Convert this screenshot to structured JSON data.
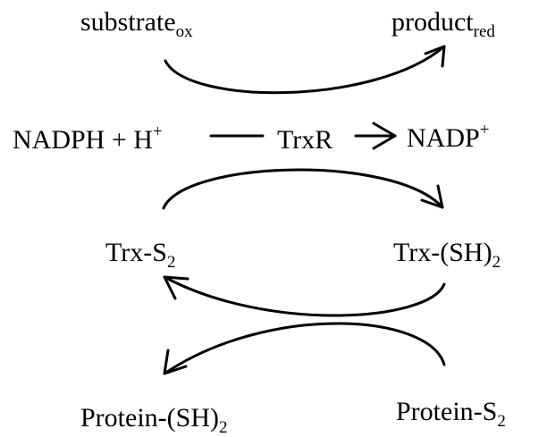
{
  "labels": {
    "substrate": {
      "base": "substrate",
      "sub": "ox"
    },
    "product": {
      "base": "product",
      "sub": "red"
    },
    "nadph": {
      "base": "NADPH + H",
      "sup": "+"
    },
    "trxr": "TrxR",
    "nadp": {
      "base": "NADP",
      "sup": "+"
    },
    "trx_s2": {
      "base": "Trx-S",
      "sub": "2"
    },
    "trx_sh2": {
      "base": "Trx-(SH)",
      "sub": "2"
    },
    "protein_sh2": {
      "base": "Protein-(SH)",
      "sub": "2"
    },
    "protein_s2": {
      "base": "Protein-S",
      "sub": "2"
    }
  },
  "colors": {
    "ink": "#000000",
    "background": "#ffffff"
  }
}
